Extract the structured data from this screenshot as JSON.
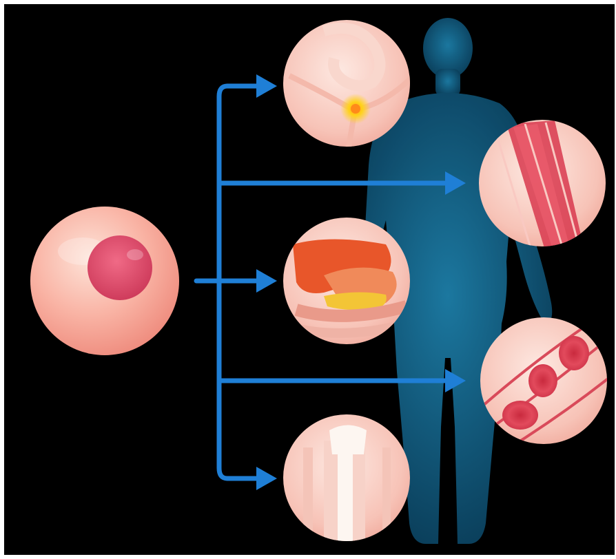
{
  "colors": {
    "background": "#000000",
    "frame": "#ffffff",
    "arrow": "#1f7fd6",
    "body_silhouette": "#0f5f86",
    "cell_pink": "#f7a79a",
    "nucleus": "#e04a6a",
    "muscle_red": "#d8384d",
    "liver_orange": "#e8562a",
    "pancreas_yellow": "#f3c536",
    "blood_cell_red": "#d93548",
    "bone_white": "#fdf6f1",
    "nerve_glow": "#ffd21a"
  },
  "diagram": {
    "source": "stem-cell",
    "targets": [
      "nerve-cell",
      "muscle-fiber",
      "liver-pancreas",
      "blood-cells",
      "bone"
    ]
  }
}
